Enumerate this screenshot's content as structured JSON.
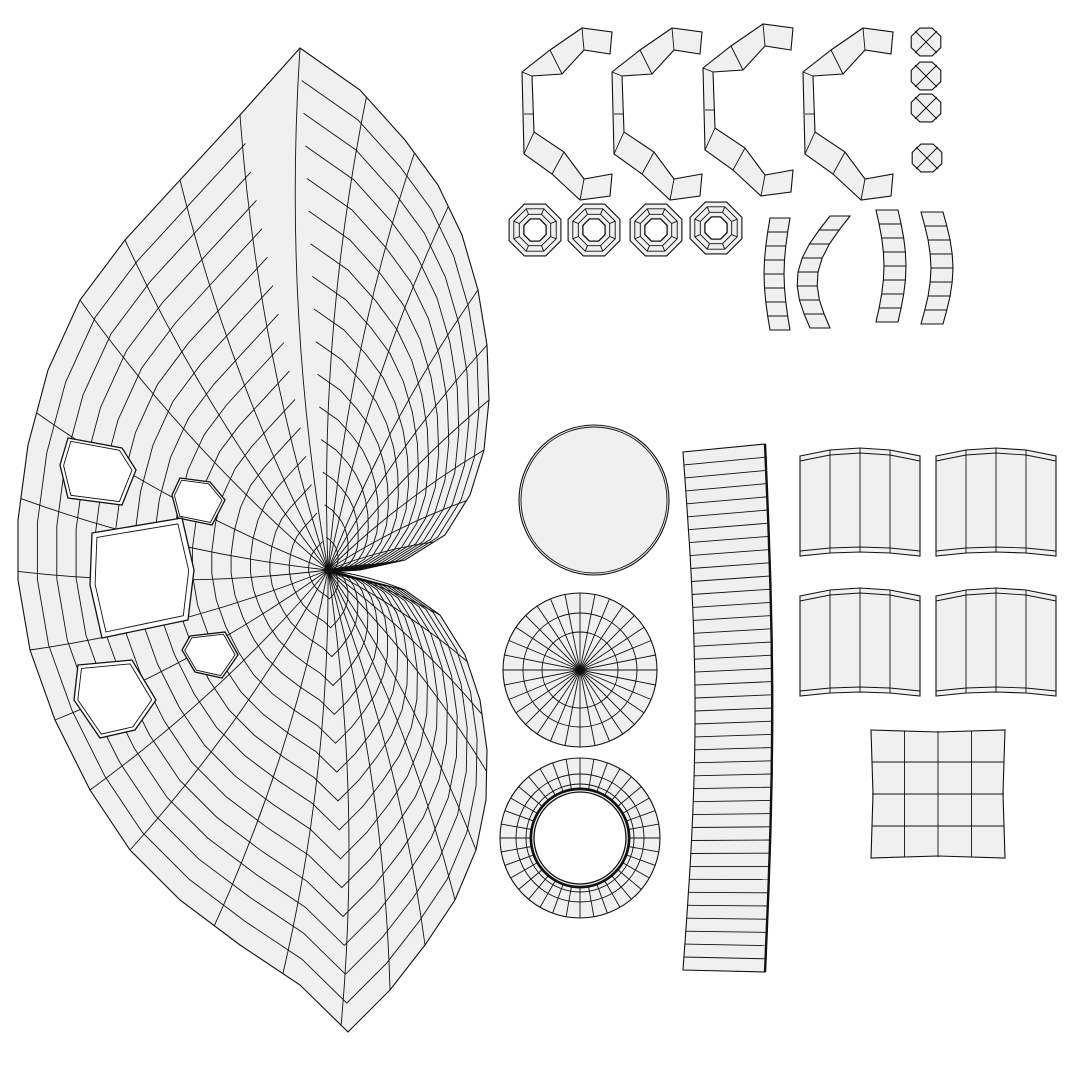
{
  "canvas": {
    "background": "#ffffff",
    "face_fill": "#f0f0f0",
    "edge_color": "#111111"
  },
  "islands": [
    {
      "name": "dome-fan-island",
      "shape": "fan-grid",
      "rings": 16,
      "spokes": 36,
      "cutouts": 5
    },
    {
      "name": "c-arch-island",
      "shape": "c-bracket",
      "count": 4,
      "segments": 6
    },
    {
      "name": "small-octagon-island",
      "shape": "octagon",
      "count": 4
    },
    {
      "name": "octagon-ring-island",
      "shape": "octagon-ring",
      "count": 4
    },
    {
      "name": "bent-strip-island",
      "shape": "curved-strip",
      "count": 4,
      "segments": 8
    },
    {
      "name": "disc-outline-island",
      "shape": "circle",
      "count": 1
    },
    {
      "name": "spoke-disc-island",
      "shape": "radial-disc",
      "count": 1,
      "spokes": 32,
      "rings": 3
    },
    {
      "name": "ring-disc-island",
      "shape": "annulus",
      "count": 1,
      "spokes": 36
    },
    {
      "name": "long-strip-island",
      "shape": "ladder-strip",
      "count": 1,
      "rungs": 40
    },
    {
      "name": "wall-panel-island",
      "shape": "panel",
      "count": 4,
      "columns": 4
    },
    {
      "name": "square-grid-island",
      "shape": "grid",
      "count": 1,
      "rows": 4,
      "columns": 4
    }
  ]
}
